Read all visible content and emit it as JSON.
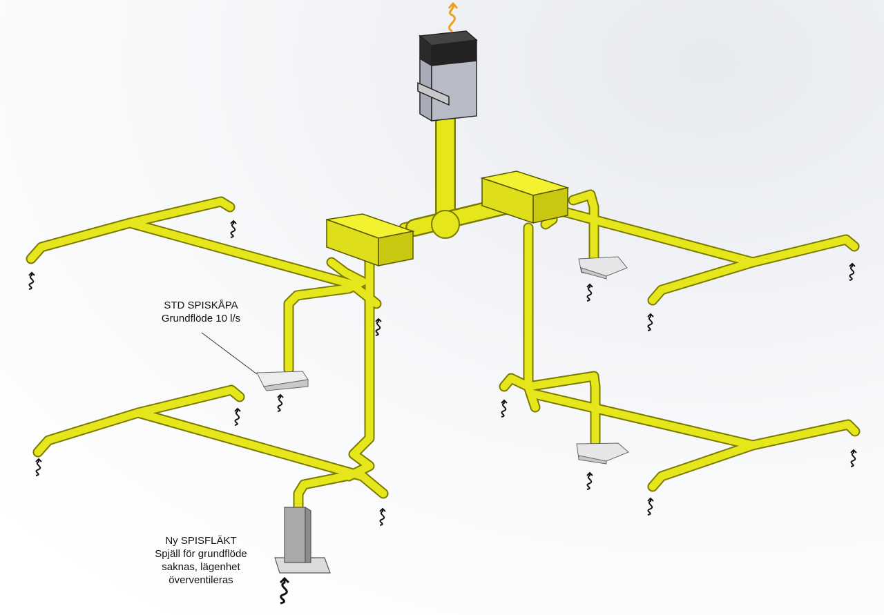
{
  "annotations": {
    "std_spiskapa": {
      "line1": "STD SPISKÅPA",
      "line2": "Grundflöde 10 l/s"
    },
    "ny_spisflakt": {
      "line1": "Ny SPISFLÄKT",
      "line2": "Spjäll för grundflöde",
      "line3": "saknas, lägenhet",
      "line4": "överventileras"
    }
  },
  "colors": {
    "duct": "#e6e61c",
    "duct_edge": "#7a7a00",
    "fan_top": "#2b2b2b",
    "fan_body": "#b8bcc6",
    "hood": "#d9d9d9",
    "airflow_arrow": "#111111",
    "exhaust_arrow": "#f0a020"
  },
  "icons": [
    "airflow-arrow-icon",
    "exhaust-arrow-icon",
    "roof-fan-icon",
    "cooker-hood-icon",
    "kitchen-fan-icon"
  ]
}
